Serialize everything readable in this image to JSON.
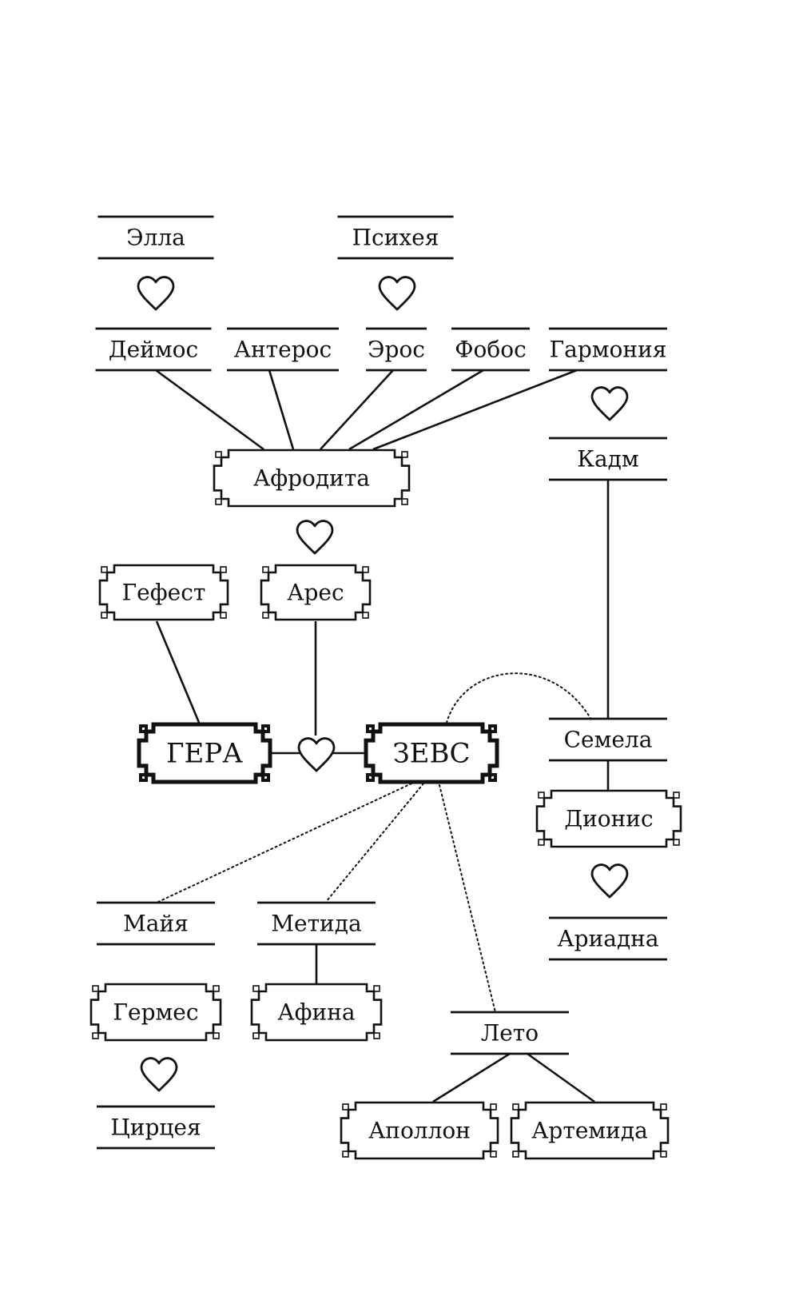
{
  "colors": {
    "ink": "#111111",
    "background": "#ffffff"
  },
  "nodes": [
    {
      "id": "ella",
      "label": "Элла",
      "kind": "mortal"
    },
    {
      "id": "psyche",
      "label": "Психея",
      "kind": "mortal"
    },
    {
      "id": "deimos",
      "label": "Деймос",
      "kind": "mortal"
    },
    {
      "id": "anteros",
      "label": "Антерос",
      "kind": "mortal"
    },
    {
      "id": "eros",
      "label": "Эрос",
      "kind": "mortal"
    },
    {
      "id": "phobos",
      "label": "Фобос",
      "kind": "mortal"
    },
    {
      "id": "harmonia",
      "label": "Гармония",
      "kind": "mortal"
    },
    {
      "id": "kadm",
      "label": "Кадм",
      "kind": "mortal"
    },
    {
      "id": "aphrodite",
      "label": "Афродита",
      "kind": "god"
    },
    {
      "id": "hephaestus",
      "label": "Гефест",
      "kind": "god"
    },
    {
      "id": "ares",
      "label": "Арес",
      "kind": "god"
    },
    {
      "id": "hera",
      "label": "ГЕРА",
      "kind": "olympian"
    },
    {
      "id": "zeus",
      "label": "ЗЕВС",
      "kind": "olympian"
    },
    {
      "id": "semele",
      "label": "Семела",
      "kind": "mortal"
    },
    {
      "id": "dionysus",
      "label": "Дионис",
      "kind": "god"
    },
    {
      "id": "ariadne",
      "label": "Ариадна",
      "kind": "mortal"
    },
    {
      "id": "maia",
      "label": "Майя",
      "kind": "mortal"
    },
    {
      "id": "metis",
      "label": "Метида",
      "kind": "mortal"
    },
    {
      "id": "hermes",
      "label": "Гермес",
      "kind": "god"
    },
    {
      "id": "athena",
      "label": "Афина",
      "kind": "god"
    },
    {
      "id": "leto",
      "label": "Лето",
      "kind": "mortal"
    },
    {
      "id": "circe",
      "label": "Цирцея",
      "kind": "mortal"
    },
    {
      "id": "apollo",
      "label": "Аполлон",
      "kind": "god"
    },
    {
      "id": "artemis",
      "label": "Артемида",
      "kind": "god"
    }
  ],
  "edges": [
    {
      "from": "deimos",
      "to": "aphrodite",
      "style": "solid"
    },
    {
      "from": "anteros",
      "to": "aphrodite",
      "style": "solid"
    },
    {
      "from": "eros",
      "to": "aphrodite",
      "style": "solid"
    },
    {
      "from": "phobos",
      "to": "aphrodite",
      "style": "solid"
    },
    {
      "from": "harmonia",
      "to": "aphrodite",
      "style": "solid"
    },
    {
      "from": "kadm",
      "to": "semele",
      "style": "solid"
    },
    {
      "from": "hephaestus",
      "to": "hera",
      "style": "solid"
    },
    {
      "from": "ares",
      "to": "hera_zeus",
      "style": "solid"
    },
    {
      "from": "hera",
      "to": "zeus",
      "style": "solid",
      "via": "heart"
    },
    {
      "from": "semele",
      "to": "dionysus",
      "style": "solid"
    },
    {
      "from": "metis",
      "to": "athena",
      "style": "solid"
    },
    {
      "from": "leto",
      "to": "apollo",
      "style": "solid"
    },
    {
      "from": "leto",
      "to": "artemis",
      "style": "solid"
    },
    {
      "from": "zeus",
      "to": "semele",
      "style": "dotted"
    },
    {
      "from": "zeus",
      "to": "maia",
      "style": "dotted"
    },
    {
      "from": "zeus",
      "to": "metis",
      "style": "dotted"
    },
    {
      "from": "zeus",
      "to": "leto",
      "style": "dotted"
    }
  ],
  "hearts": [
    {
      "between": [
        "ella",
        "deimos"
      ]
    },
    {
      "between": [
        "psyche",
        "eros"
      ]
    },
    {
      "between": [
        "harmonia",
        "kadm"
      ]
    },
    {
      "between": [
        "aphrodite",
        "ares"
      ]
    },
    {
      "between": [
        "hera",
        "zeus"
      ]
    },
    {
      "between": [
        "dionysus",
        "ariadne"
      ]
    },
    {
      "between": [
        "hermes",
        "circe"
      ]
    }
  ]
}
